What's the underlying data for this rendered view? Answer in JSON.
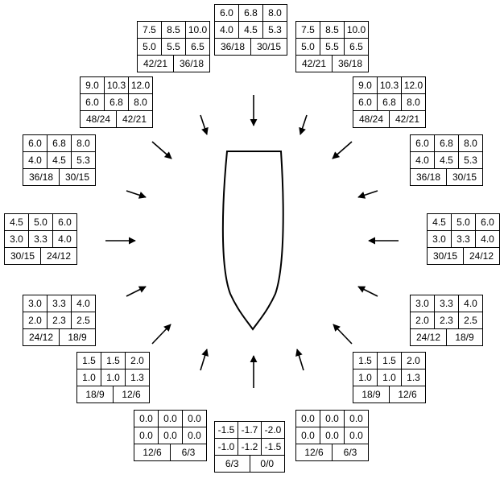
{
  "tables": [
    {
      "id": "top-center",
      "rows": [
        [
          "6.0",
          "6.8",
          "8.0"
        ],
        [
          "4.0",
          "4.5",
          "5.3"
        ]
      ],
      "footer": [
        "36/18",
        "30/15"
      ]
    },
    {
      "id": "top-left-1",
      "rows": [
        [
          "7.5",
          "8.5",
          "10.0"
        ],
        [
          "5.0",
          "5.5",
          "6.5"
        ]
      ],
      "footer": [
        "42/21",
        "36/18"
      ]
    },
    {
      "id": "top-right-1",
      "rows": [
        [
          "7.5",
          "8.5",
          "10.0"
        ],
        [
          "5.0",
          "5.5",
          "6.5"
        ]
      ],
      "footer": [
        "42/21",
        "36/18"
      ]
    },
    {
      "id": "left-2",
      "rows": [
        [
          "9.0",
          "10.3",
          "12.0"
        ],
        [
          "6.0",
          "6.8",
          "8.0"
        ]
      ],
      "footer": [
        "48/24",
        "42/21"
      ]
    },
    {
      "id": "right-2",
      "rows": [
        [
          "9.0",
          "10.3",
          "12.0"
        ],
        [
          "6.0",
          "6.8",
          "8.0"
        ]
      ],
      "footer": [
        "48/24",
        "42/21"
      ]
    },
    {
      "id": "left-3",
      "rows": [
        [
          "6.0",
          "6.8",
          "8.0"
        ],
        [
          "4.0",
          "4.5",
          "5.3"
        ]
      ],
      "footer": [
        "36/18",
        "30/15"
      ]
    },
    {
      "id": "right-3",
      "rows": [
        [
          "6.0",
          "6.8",
          "8.0"
        ],
        [
          "4.0",
          "4.5",
          "5.3"
        ]
      ],
      "footer": [
        "36/18",
        "30/15"
      ]
    },
    {
      "id": "left-4",
      "rows": [
        [
          "4.5",
          "5.0",
          "6.0"
        ],
        [
          "3.0",
          "3.3",
          "4.0"
        ]
      ],
      "footer": [
        "30/15",
        "24/12"
      ]
    },
    {
      "id": "right-4",
      "rows": [
        [
          "4.5",
          "5.0",
          "6.0"
        ],
        [
          "3.0",
          "3.3",
          "4.0"
        ]
      ],
      "footer": [
        "30/15",
        "24/12"
      ]
    },
    {
      "id": "left-5",
      "rows": [
        [
          "3.0",
          "3.3",
          "4.0"
        ],
        [
          "2.0",
          "2.3",
          "2.5"
        ]
      ],
      "footer": [
        "24/12",
        "18/9"
      ]
    },
    {
      "id": "right-5",
      "rows": [
        [
          "3.0",
          "3.3",
          "4.0"
        ],
        [
          "2.0",
          "2.3",
          "2.5"
        ]
      ],
      "footer": [
        "24/12",
        "18/9"
      ]
    },
    {
      "id": "left-6",
      "rows": [
        [
          "1.5",
          "1.5",
          "2.0"
        ],
        [
          "1.0",
          "1.0",
          "1.3"
        ]
      ],
      "footer": [
        "18/9",
        "12/6"
      ]
    },
    {
      "id": "right-6",
      "rows": [
        [
          "1.5",
          "1.5",
          "2.0"
        ],
        [
          "1.0",
          "1.0",
          "1.3"
        ]
      ],
      "footer": [
        "18/9",
        "12/6"
      ]
    },
    {
      "id": "bottom-left",
      "rows": [
        [
          "0.0",
          "0.0",
          "0.0"
        ],
        [
          "0.0",
          "0.0",
          "0.0"
        ]
      ],
      "footer": [
        "12/6",
        "6/3"
      ]
    },
    {
      "id": "bottom-right",
      "rows": [
        [
          "0.0",
          "0.0",
          "0.0"
        ],
        [
          "0.0",
          "0.0",
          "0.0"
        ]
      ],
      "footer": [
        "12/6",
        "6/3"
      ]
    },
    {
      "id": "bottom-center",
      "rows": [
        [
          "-1.5",
          "-1.7",
          "-2.0"
        ],
        [
          "-1.0",
          "-1.2",
          "-1.5"
        ]
      ],
      "footer": [
        "6/3",
        "0/0"
      ]
    }
  ],
  "arrow_count": 16,
  "hull_shape": "boat-hull",
  "line_color": "#000000"
}
